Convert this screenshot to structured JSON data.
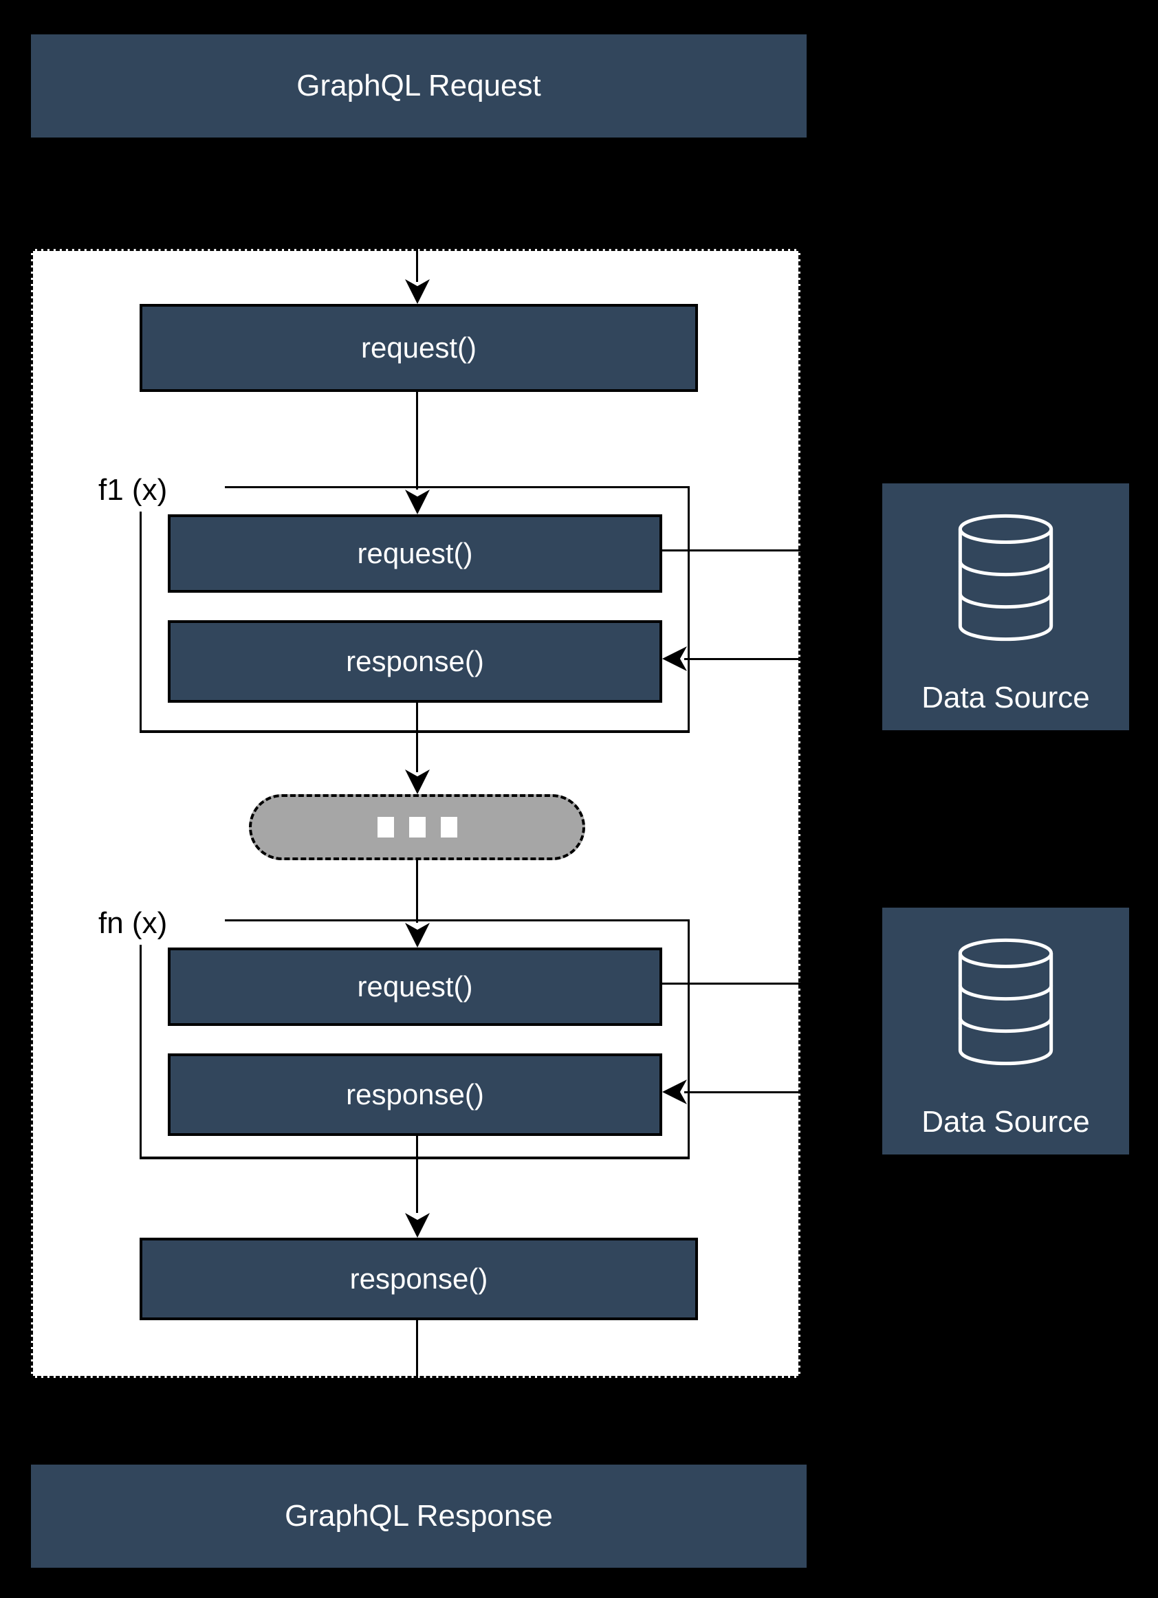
{
  "header": {
    "title": "GraphQL Request"
  },
  "footer": {
    "title": "GraphQL Response"
  },
  "flow": {
    "entry": {
      "label": "request()"
    },
    "exit": {
      "label": "response()"
    },
    "middlewares": [
      {
        "name": "f1 (x)",
        "request_label": "request()",
        "response_label": "response()"
      },
      {
        "name": "fn (x)",
        "request_label": "request()",
        "response_label": "response()"
      }
    ],
    "ellipsis_pill": {
      "squares": 3
    }
  },
  "data_sources": [
    {
      "label": "Data Source",
      "icon": "database-icon"
    },
    {
      "label": "Data Source",
      "icon": "database-icon"
    }
  ],
  "colors": {
    "background": "#000000",
    "node_fill": "#32465C",
    "node_text": "#FFFFFF",
    "container_fill": "#FFFFFF",
    "connector": "#000000",
    "ellipsis_fill": "#A6A6A6"
  }
}
